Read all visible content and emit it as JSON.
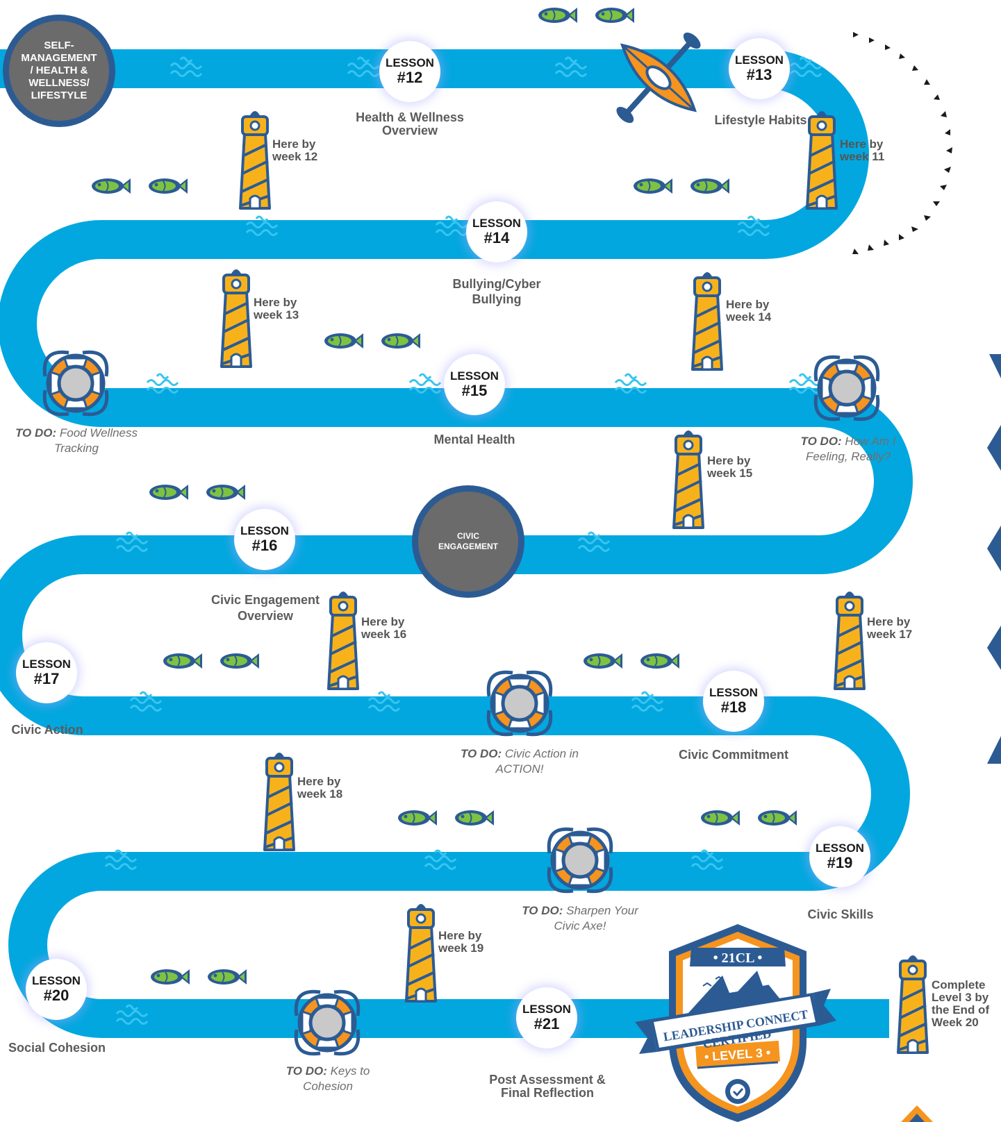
{
  "colors": {
    "river": "#03a7df",
    "wave": "#38c5f0",
    "navy": "#2c5b94",
    "orange": "#f5941e",
    "lighthouse": "#f7b21b",
    "fish": "#7ec242",
    "gray": "#6b6b6b"
  },
  "topics": {
    "self_management": "SELF-\nMANAGEMENT\n/ HEALTH &\nWELLNESS/\nLIFESTYLE",
    "civic": "CIVIC\nENGAGEMENT"
  },
  "lessons": [
    {
      "word": "LESSON",
      "num": "#12",
      "title": "Health & Wellness\nOverview"
    },
    {
      "word": "LESSON",
      "num": "#13",
      "title": "Lifestyle Habits"
    },
    {
      "word": "LESSON",
      "num": "#14",
      "title": "Bullying/Cyber\nBullying"
    },
    {
      "word": "LESSON",
      "num": "#15",
      "title": "Mental Health"
    },
    {
      "word": "LESSON",
      "num": "#16",
      "title": "Civic Engagement\nOverview"
    },
    {
      "word": "LESSON",
      "num": "#17",
      "title": "Civic Action"
    },
    {
      "word": "LESSON",
      "num": "#18",
      "title": "Civic Commitment"
    },
    {
      "word": "LESSON",
      "num": "#19",
      "title": "Civic Skills"
    },
    {
      "word": "LESSON",
      "num": "#20",
      "title": "Social Cohesion"
    },
    {
      "word": "LESSON",
      "num": "#21",
      "title": "Post Assessment &\nFinal Reflection"
    }
  ],
  "milestones": [
    "Here by\nweek 11",
    "Here by\nweek 12",
    "Here by\nweek 13",
    "Here by\nweek 14",
    "Here by\nweek 15",
    "Here by\nweek 16",
    "Here by\nweek 17",
    "Here by\nweek 18",
    "Here by\nweek 19",
    "Complete\nLevel 3 by\nthe End of\nWeek 20"
  ],
  "todos": [
    {
      "prefix": "TO DO:",
      "text": " Food Wellness\nTracking"
    },
    {
      "prefix": "TO DO:",
      "text": " How Am I\nFeeling, Really?"
    },
    {
      "prefix": "TO DO:",
      "text": " Civic Action in\nACTION!"
    },
    {
      "prefix": "TO DO:",
      "text": " Sharpen Your\nCivic Axe!"
    },
    {
      "prefix": "TO DO:",
      "text": " Keys to\nCohesion"
    }
  ],
  "badge": {
    "top": "21CL",
    "line1": "LEADERSHIP CONNECT",
    "line2": "CERTIFIED",
    "level": "LEVEL 3"
  },
  "icons": [
    "fish-icon",
    "lighthouse-icon",
    "life-ring-icon",
    "kayak-icon",
    "wave-icon",
    "check-seal-icon"
  ]
}
